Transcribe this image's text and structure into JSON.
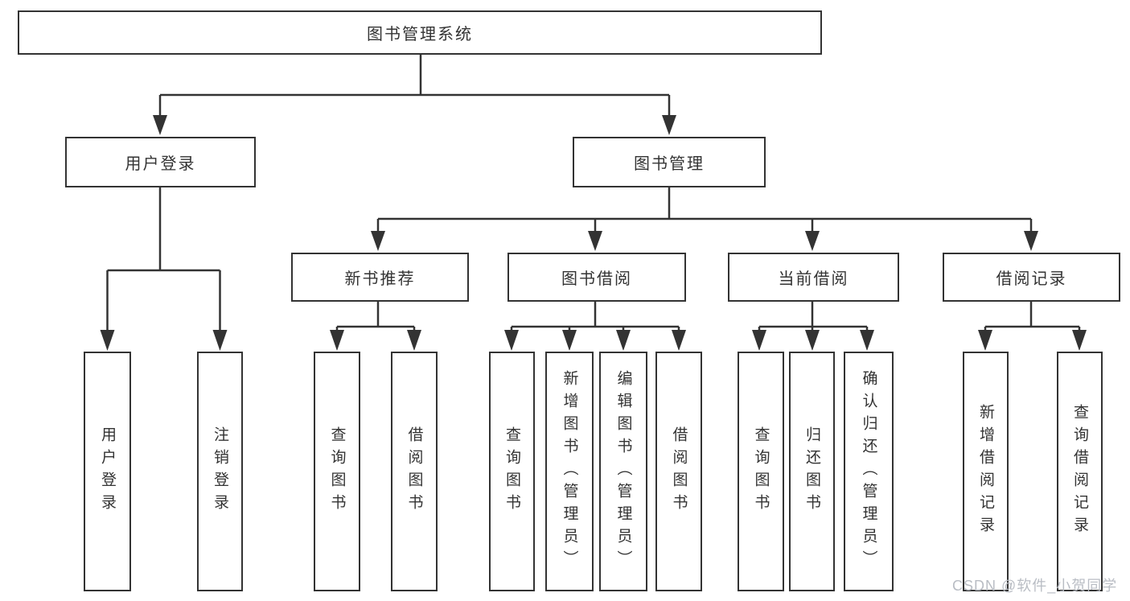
{
  "tree": {
    "root": {
      "label": "图书管理系统"
    },
    "branches": [
      {
        "label": "用户登录",
        "leaves": [
          {
            "label": "用户登录"
          },
          {
            "label": "注销登录"
          }
        ]
      },
      {
        "label": "图书管理",
        "groups": [
          {
            "label": "新书推荐",
            "leaves": [
              {
                "label": "查询图书"
              },
              {
                "label": "借阅图书"
              }
            ]
          },
          {
            "label": "图书借阅",
            "leaves": [
              {
                "label": "查询图书"
              },
              {
                "label": "新增图书（管理员）"
              },
              {
                "label": "编辑图书（管理员）"
              },
              {
                "label": "借阅图书"
              }
            ]
          },
          {
            "label": "当前借阅",
            "leaves": [
              {
                "label": "查询图书"
              },
              {
                "label": "归还图书"
              },
              {
                "label": "确认归还（管理员）"
              }
            ]
          },
          {
            "label": "借阅记录",
            "leaves": [
              {
                "label": "新增借阅记录"
              },
              {
                "label": "查询借阅记录"
              }
            ]
          }
        ]
      }
    ]
  },
  "watermark": {
    "text": "CSDN @软件_小贺同学"
  },
  "colors": {
    "line": "#333333",
    "box_border": "#333333",
    "box_background": "#ffffff",
    "text": "#333333",
    "watermark": "#b9bdc4",
    "page_background": "#ffffff"
  }
}
